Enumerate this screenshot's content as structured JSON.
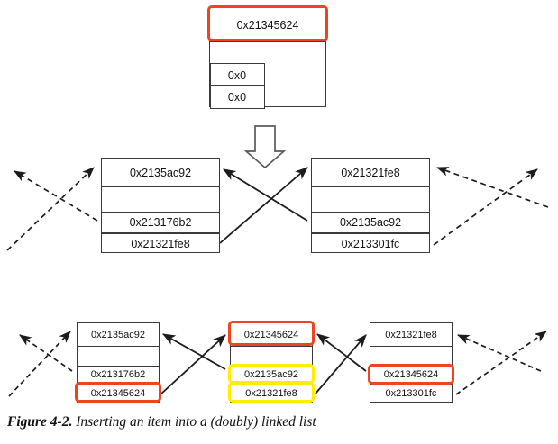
{
  "figure": {
    "caption_label": "Figure 4-2.",
    "caption_text": "Inserting an item into a (doubly) linked list"
  },
  "colors": {
    "highlight_red": "#ee4422",
    "highlight_yellow": "#ffee00",
    "box_border": "#3a3a3a",
    "text": "#111111",
    "background": "#ffffff"
  },
  "stages": {
    "before": {
      "name": "new-node-before-insertion",
      "node": {
        "name": "new-node",
        "address_cell": "0x21345624",
        "address_highlight": "red",
        "pointer_cells": [
          "0x0",
          "0x0"
        ]
      }
    },
    "transition": {
      "name": "downward-transition-arrow",
      "icon": "arrow-down-outline"
    },
    "middle": {
      "name": "existing-doubly-linked-list",
      "nodes": [
        {
          "name": "node-mid-left",
          "cells": [
            "0x2135ac92",
            "",
            "0x213176b2",
            "0x21321fe8"
          ],
          "highlights": [
            null,
            null,
            null,
            null
          ]
        },
        {
          "name": "node-mid-right",
          "cells": [
            "0x21321fe8",
            "",
            "0x2135ac92",
            "0x213301fc"
          ],
          "highlights": [
            null,
            null,
            null,
            null
          ]
        }
      ]
    },
    "after": {
      "name": "list-after-insertion",
      "nodes": [
        {
          "name": "node-bot-left",
          "cells": [
            "0x2135ac92",
            "",
            "0x213176b2",
            "0x21345624"
          ],
          "highlights": [
            null,
            null,
            null,
            "red"
          ]
        },
        {
          "name": "node-bot-mid",
          "cells": [
            "0x21345624",
            "",
            "0x2135ac92",
            "0x21321fe8"
          ],
          "highlights": [
            "red",
            null,
            "yellow",
            "yellow"
          ]
        },
        {
          "name": "node-bot-right",
          "cells": [
            "0x21321fe8",
            "",
            "0x21345624",
            "0x213301fc"
          ],
          "highlights": [
            null,
            null,
            "red",
            null
          ]
        }
      ]
    }
  }
}
